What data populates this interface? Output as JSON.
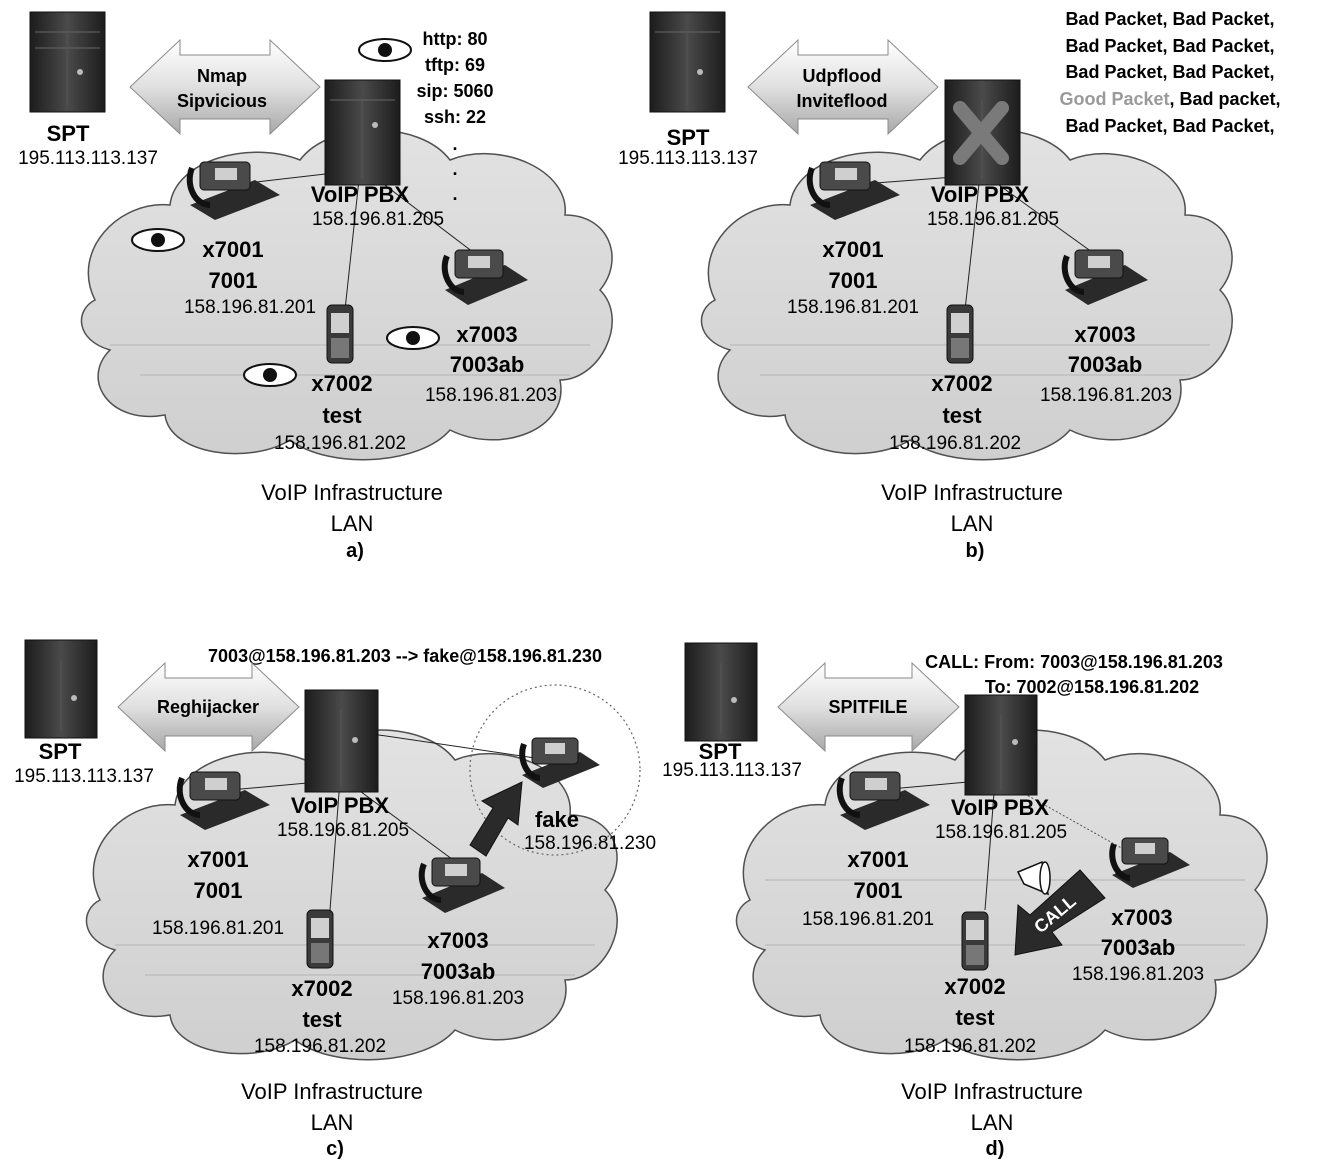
{
  "panels": [
    {
      "caption": "a)",
      "infra_label": "VoIP Infrastructure",
      "lan_label": "LAN",
      "attacker": {
        "name": "SPT",
        "ip": "195.113.113.137"
      },
      "tool_arrow": [
        "Nmap",
        "Sipvicious"
      ],
      "pbx": {
        "name": "VoIP PBX",
        "ip": "158.196.81.205"
      },
      "ports": [
        "http: 80",
        "tftp: 69",
        "sip: 5060",
        "ssh: 22",
        ".",
        ".",
        "."
      ],
      "phones": [
        {
          "ext": "x7001",
          "secret": "7001",
          "ip": "158.196.81.201"
        },
        {
          "ext": "x7002",
          "secret": "test",
          "ip": "158.196.81.202"
        },
        {
          "ext": "x7003",
          "secret": "7003ab",
          "ip": "158.196.81.203"
        }
      ]
    },
    {
      "caption": "b)",
      "infra_label": "VoIP Infrastructure",
      "lan_label": "LAN",
      "attacker": {
        "name": "SPT",
        "ip": "195.113.113.137"
      },
      "tool_arrow": [
        "Udpflood",
        "Inviteflood"
      ],
      "pbx": {
        "name": "VoIP PBX",
        "ip": "158.196.81.205"
      },
      "flood_lines": [
        [
          {
            "t": "Bad Packet, Bad Packet,",
            "good": false
          }
        ],
        [
          {
            "t": "Bad Packet, Bad Packet,",
            "good": false
          }
        ],
        [
          {
            "t": "Bad Packet, Bad Packet,",
            "good": false
          }
        ],
        [
          {
            "t": "Good Packet",
            "good": true
          },
          {
            "t": ", Bad packet,",
            "good": false
          }
        ],
        [
          {
            "t": "Bad Packet, Bad Packet,",
            "good": false
          }
        ]
      ],
      "phones": [
        {
          "ext": "x7001",
          "secret": "7001",
          "ip": "158.196.81.201"
        },
        {
          "ext": "x7002",
          "secret": "test",
          "ip": "158.196.81.202"
        },
        {
          "ext": "x7003",
          "secret": "7003ab",
          "ip": "158.196.81.203"
        }
      ]
    },
    {
      "caption": "c)",
      "infra_label": "VoIP Infrastructure",
      "lan_label": "LAN",
      "attacker": {
        "name": "SPT",
        "ip": "195.113.113.137"
      },
      "tool_arrow": [
        "Reghijacker"
      ],
      "header": [
        "7003@158.196.81.203 --> fake@158.196.81.230"
      ],
      "pbx": {
        "name": "VoIP PBX",
        "ip": "158.196.81.205"
      },
      "fake": {
        "name": "fake",
        "ip": "158.196.81.230"
      },
      "phones": [
        {
          "ext": "x7001",
          "secret": "7001",
          "ip": "158.196.81.201"
        },
        {
          "ext": "x7002",
          "secret": "test",
          "ip": "158.196.81.202"
        },
        {
          "ext": "x7003",
          "secret": "7003ab",
          "ip": "158.196.81.203"
        }
      ]
    },
    {
      "caption": "d)",
      "infra_label": "VoIP Infrastructure",
      "lan_label": "LAN",
      "attacker": {
        "name": "SPT",
        "ip": "195.113.113.137"
      },
      "tool_arrow": [
        "SPITFILE"
      ],
      "header": [
        "CALL: From: 7003@158.196.81.203",
        "To: 7002@158.196.81.202"
      ],
      "call_label": "CALL",
      "pbx": {
        "name": "VoIP PBX",
        "ip": "158.196.81.205"
      },
      "phones": [
        {
          "ext": "x7001",
          "secret": "7001",
          "ip": "158.196.81.201"
        },
        {
          "ext": "x7002",
          "secret": "test",
          "ip": "158.196.81.202"
        },
        {
          "ext": "x7003",
          "secret": "7003ab",
          "ip": "158.196.81.203"
        }
      ]
    }
  ],
  "colors": {
    "cloud_fill": "#dcdcdc",
    "cloud_stroke": "#505050",
    "server_dark": "#2c2c2c",
    "arrow_fill": "#e4e4e4",
    "good_packet": "#9a9a9a",
    "ip_text": "#1a1a1a"
  }
}
